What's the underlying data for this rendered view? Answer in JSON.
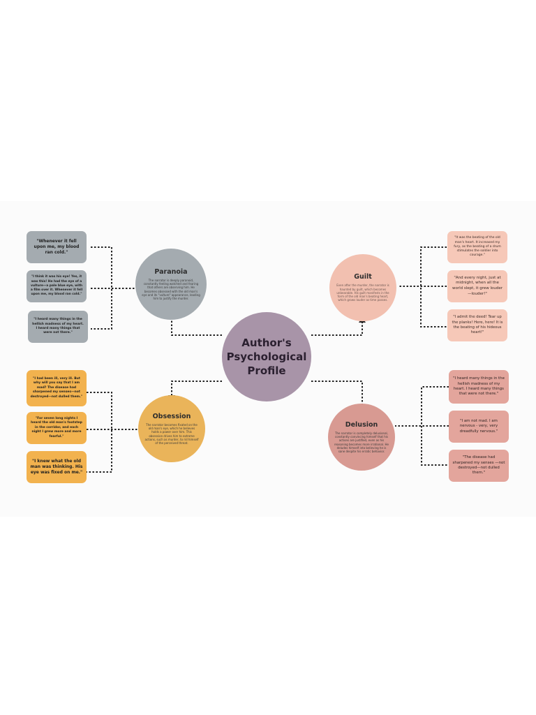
{
  "center": {
    "title": "Author's\nPsychological\nProfile"
  },
  "topics": {
    "paranoia": {
      "title": "Paranoia",
      "desc": "The narrator is deeply paranoid, constantly feeling watched and fearing that others are observing him. He becomes obsessed with the old man's eye and its \"vulture\" appearance, leading him to justify the murder."
    },
    "guilt": {
      "title": "Guilt",
      "desc": "Even after the murder, the narrator is haunted by guilt, which becomes unbearable. His guilt manifests in the form of the old man's beating heart, which grows louder as time passes."
    },
    "obsession": {
      "title": "Obsession",
      "desc": "The narrator becomes fixated on the old man's eye, which he believes holds a power over him. This obsession drives him to extreme actions, such as murder, to rid himself of the perceived threat."
    },
    "delusion": {
      "title": "Delusion",
      "desc": "The narrator is completely delusional, constantly convincing himself that his actions are justified, even as his reasoning becomes more irrational. He deludes himself into believing he is sane despite his erratic behavior."
    }
  },
  "quotes": {
    "paranoia": [
      "\"Whenever it fell upon me, my blood ran cold.\"",
      "\"I think it was his eye! Yes, it was this! He had the eye of a vulture—a pale blue eye, with a film over it. Whenever it fell upon me, my blood ran cold.\"",
      "\"I heard many things in the hellish madness of my heart. I heard many things that were not there.\""
    ],
    "guilt": [
      "\"It was the beating of the old man's heart. It increased my fury, as the beating of a drum stimulates the soldier into courage.\"",
      "\"And every night, just at midnight, when all the world slept, it grew louder—louder!\"",
      "\"I admit the deed! Tear up the planks! Here, here! It is the beating of his hideous heart!\""
    ],
    "obsession": [
      "\"I had been ill, very ill. But why will you say that I am mad? The disease had sharpened my senses—not destroyed—not dulled them.\"",
      "\"For seven long nights I heard the old man's footstep in the corridor, and each night I grew more and more fearful.\"",
      "\"I knew what the old man was thinking. His eye was fixed on me.\""
    ],
    "delusion": [
      "\"I heard many things in the hellish madness of my heart. I heard many things that were not there.\"",
      "\"I am not mad. I am nervous - very, very dreadfully nervous.\"",
      "\"The disease had sharpened my senses —not destroyed—not dulled them.\""
    ]
  },
  "colors": {
    "center": "#a894a8",
    "paranoia": "#a4abb0",
    "guilt": "#f2c0b0",
    "obsession": "#eab45a",
    "delusion": "#d89a92",
    "connector": "#222222"
  }
}
